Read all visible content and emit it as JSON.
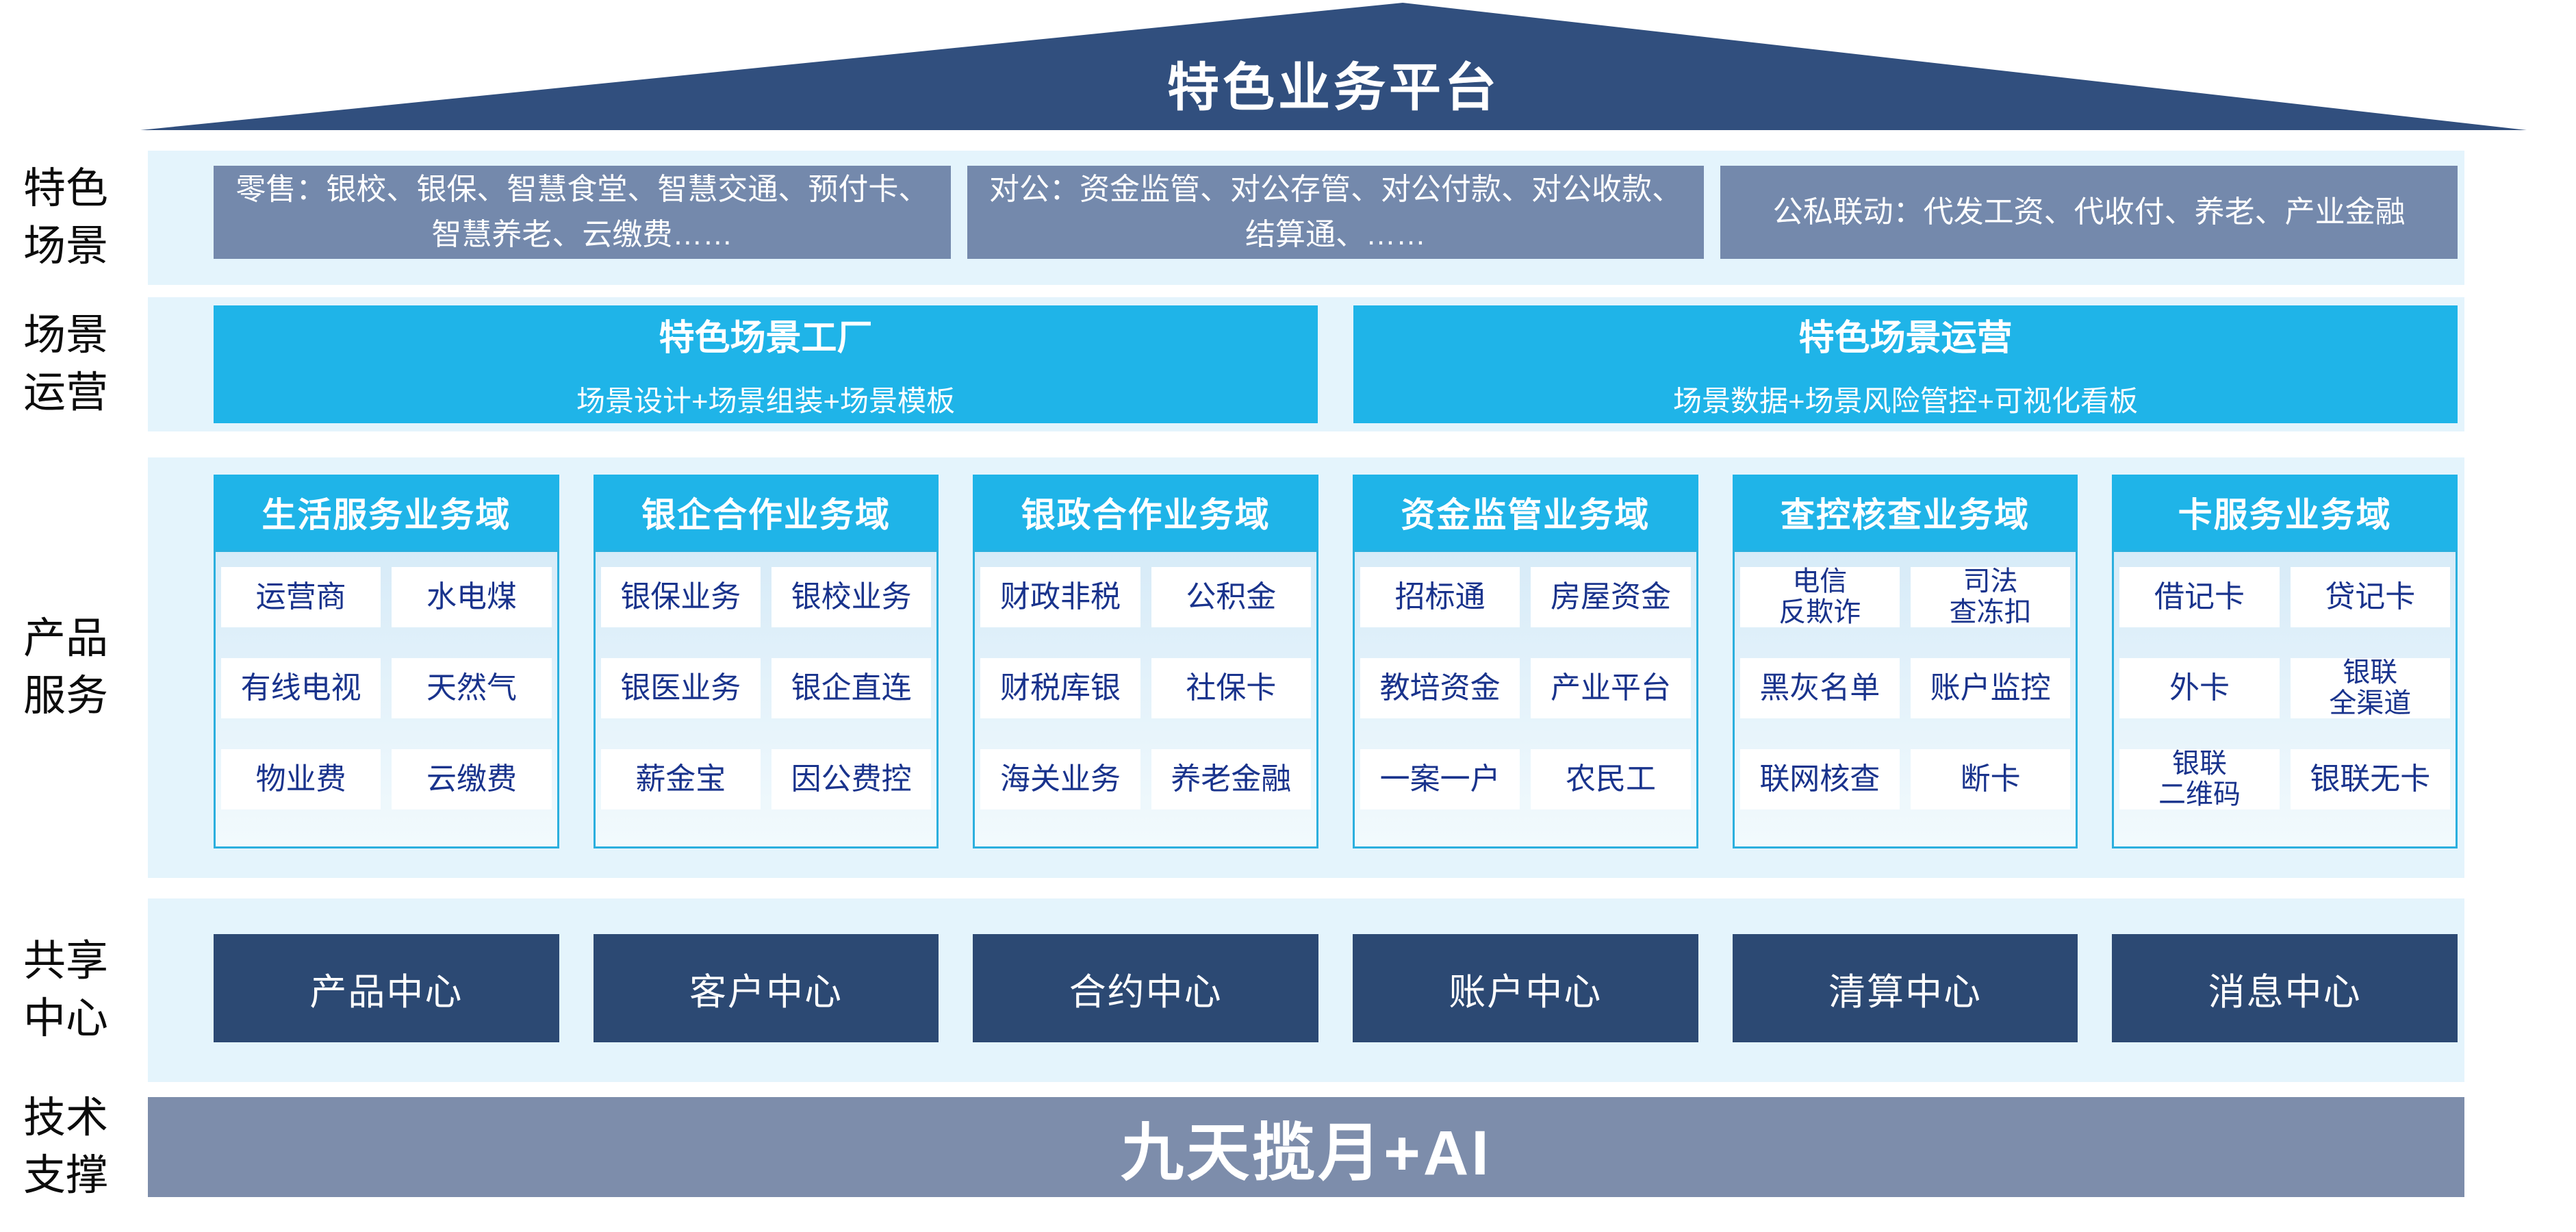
{
  "roof": {
    "title": "特色业务平台"
  },
  "side_labels": [
    {
      "id": "special-scenarios",
      "text": "特色\n场景"
    },
    {
      "id": "scenario-operation",
      "text": "场景\n运营"
    },
    {
      "id": "product-services",
      "text": "产品\n服务"
    },
    {
      "id": "shared-centers",
      "text": "共享\n中心"
    },
    {
      "id": "tech-support",
      "text": "技术\n支撑"
    }
  ],
  "scenario_row": {
    "boxes": [
      "零售：银校、银保、智慧食堂、智慧交通、预付卡、智慧养老、云缴费……",
      "对公：资金监管、对公存管、对公付款、对公收款、结算通、……",
      "公私联动：代发工资、代收付、养老、产业金融"
    ]
  },
  "operation_row": {
    "boxes": [
      {
        "title": "特色场景工厂",
        "subtitle": "场景设计+场景组装+场景模板"
      },
      {
        "title": "特色场景运营",
        "subtitle": "场景数据+场景风险管控+可视化看板"
      }
    ]
  },
  "product_row": {
    "domains": [
      {
        "title": "生活服务业务域",
        "items": [
          "运营商",
          "水电煤",
          "有线电视",
          "天然气",
          "物业费",
          "云缴费"
        ]
      },
      {
        "title": "银企合作业务域",
        "items": [
          "银保业务",
          "银校业务",
          "银医业务",
          "银企直连",
          "薪金宝",
          "因公费控"
        ]
      },
      {
        "title": "银政合作业务域",
        "items": [
          "财政非税",
          "公积金",
          "财税库银",
          "社保卡",
          "海关业务",
          "养老金融"
        ]
      },
      {
        "title": "资金监管业务域",
        "items": [
          "招标通",
          "房屋资金",
          "教培资金",
          "产业平台",
          "一案一户",
          "农民工"
        ]
      },
      {
        "title": "查控核查业务域",
        "items": [
          "电信\n反欺诈",
          "司法\n查冻扣",
          "黑灰名单",
          "账户监控",
          "联网核查",
          "断卡"
        ]
      },
      {
        "title": "卡服务业务域",
        "items": [
          "借记卡",
          "贷记卡",
          "外卡",
          "银联\n全渠道",
          "银联\n二维码",
          "银联无卡"
        ]
      }
    ]
  },
  "shared_row": {
    "centers": [
      "产品中心",
      "客户中心",
      "合约中心",
      "账户中心",
      "清算中心",
      "消息中心"
    ]
  },
  "tech_row": {
    "label": "九天揽月+AI"
  },
  "colors": {
    "roof_navy": "#314F7E",
    "center_navy": "#2C4973",
    "scenario_gray_blue": "#7489AC",
    "tech_gray_blue": "#7D8DAB",
    "accent_cyan": "#1FB4E8",
    "panel_border_cyan": "#2BAFDE",
    "band_light_blue": "#E4F4FC",
    "item_text_navy": "#19338C"
  }
}
